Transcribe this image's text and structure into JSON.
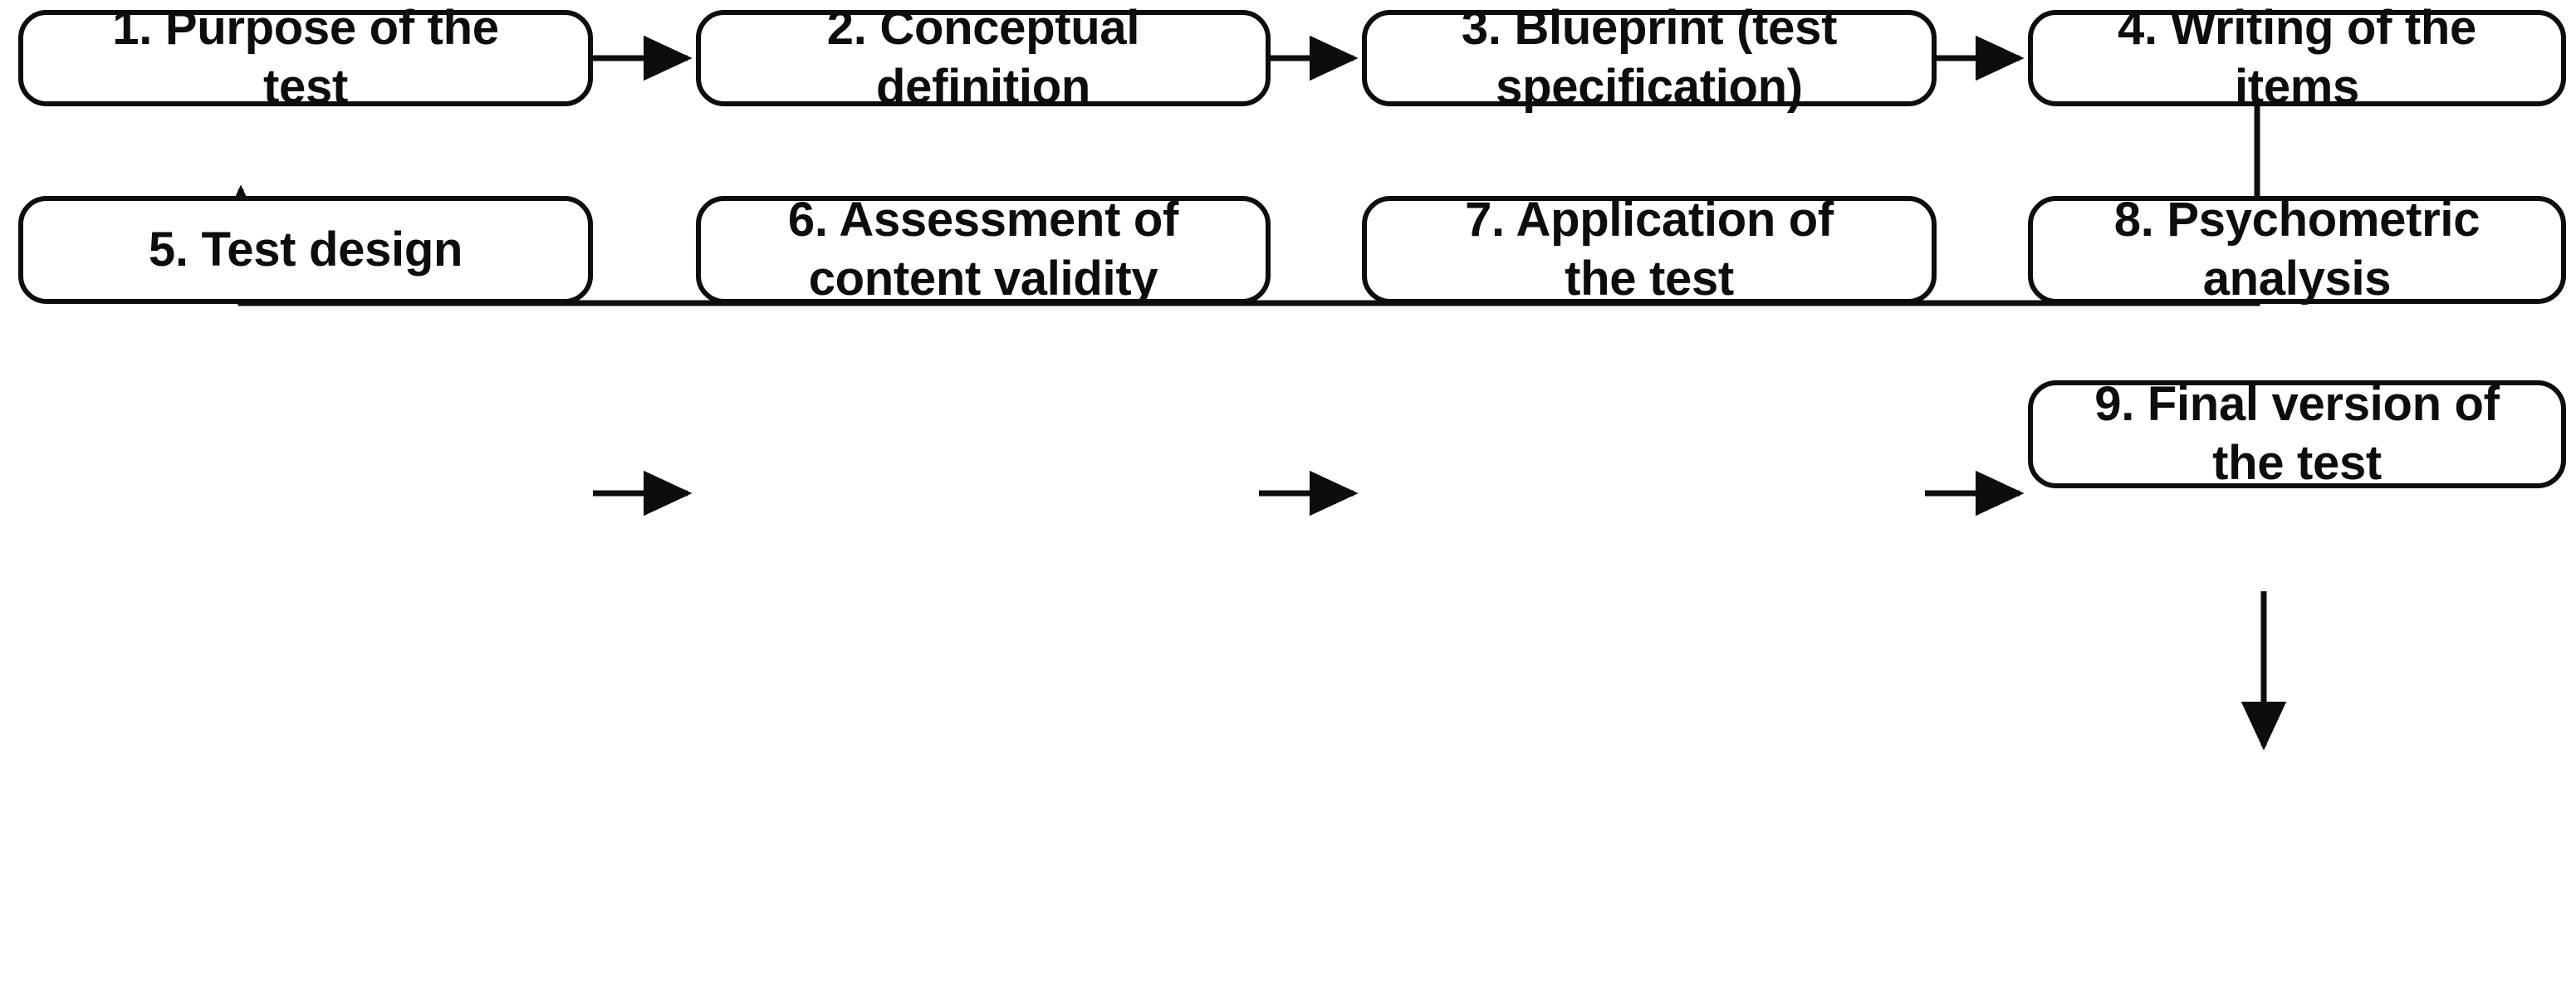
{
  "diagram": {
    "title": "Test construction process flowchart",
    "type": "flowchart",
    "orientation": "left-to-right, wrapping",
    "colors": {
      "stroke": "#0d0d0d",
      "fill": "#ffffff",
      "text": "#0d0d0d",
      "background": "#ffffff"
    },
    "nodes": [
      {
        "id": "step-1",
        "number": "1",
        "label": "1. Purpose of the\ntest",
        "row": 1,
        "column": 1
      },
      {
        "id": "step-2",
        "number": "2",
        "label": "2. Conceptual\ndefinition",
        "row": 1,
        "column": 2
      },
      {
        "id": "step-3",
        "number": "3",
        "label": "3. Blueprint (test\nspecification)",
        "row": 1,
        "column": 3
      },
      {
        "id": "step-4",
        "number": "4",
        "label": "4. Writing of the\nitems",
        "row": 1,
        "column": 4
      },
      {
        "id": "step-5",
        "number": "5",
        "label": "5. Test design",
        "row": 2,
        "column": 1
      },
      {
        "id": "step-6",
        "number": "6",
        "label": "6. Assessment of\ncontent validity",
        "row": 2,
        "column": 2
      },
      {
        "id": "step-7",
        "number": "7",
        "label": "7. Application of\nthe test",
        "row": 2,
        "column": 3
      },
      {
        "id": "step-8",
        "number": "8",
        "label": "8. Psychometric\nanalysis",
        "row": 2,
        "column": 4
      },
      {
        "id": "step-9",
        "number": "9",
        "label": "9. Final version of\nthe test",
        "row": 3,
        "column": 4
      }
    ],
    "edges": [
      {
        "id": "edge-1-2",
        "from": "step-1",
        "to": "step-2",
        "style": "straight-right"
      },
      {
        "id": "edge-2-3",
        "from": "step-2",
        "to": "step-3",
        "style": "straight-right"
      },
      {
        "id": "edge-3-4",
        "from": "step-3",
        "to": "step-4",
        "style": "straight-right"
      },
      {
        "id": "edge-4-5",
        "from": "step-4",
        "to": "step-5",
        "style": "elbow-wrap-down-left"
      },
      {
        "id": "edge-5-6",
        "from": "step-5",
        "to": "step-6",
        "style": "straight-right"
      },
      {
        "id": "edge-6-7",
        "from": "step-6",
        "to": "step-7",
        "style": "straight-right"
      },
      {
        "id": "edge-7-8",
        "from": "step-7",
        "to": "step-8",
        "style": "straight-right"
      },
      {
        "id": "edge-8-9",
        "from": "step-8",
        "to": "step-9",
        "style": "straight-down"
      }
    ]
  }
}
